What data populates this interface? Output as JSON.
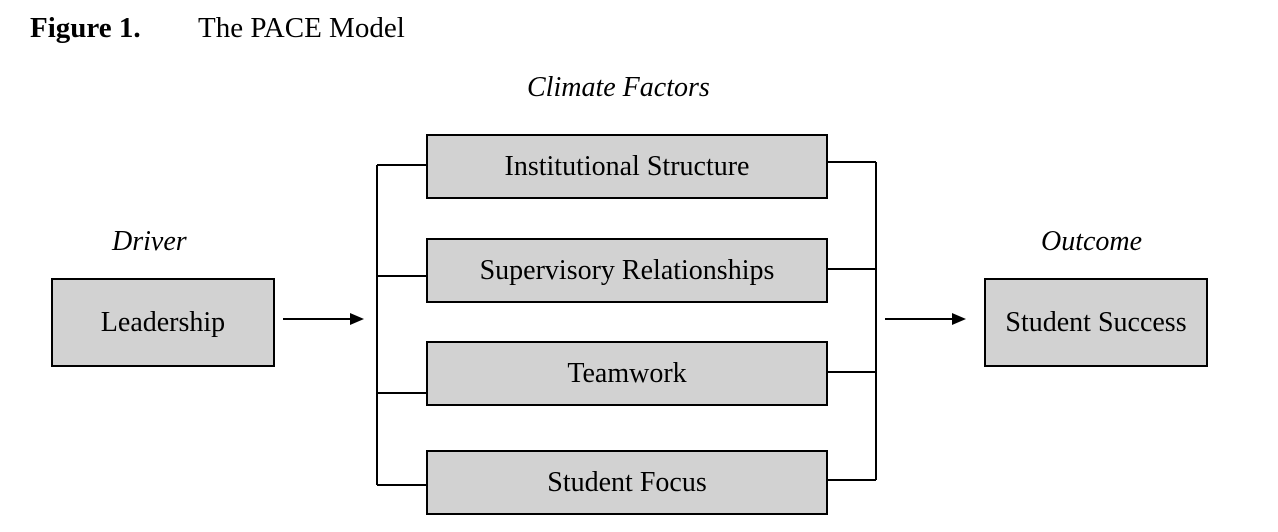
{
  "figure": {
    "label": "Figure 1.",
    "title": "The PACE Model"
  },
  "captions": {
    "climate": "Climate Factors",
    "driver": "Driver",
    "outcome": "Outcome"
  },
  "driver": {
    "label": "Leadership"
  },
  "factors": [
    {
      "label": "Institutional Structure"
    },
    {
      "label": "Supervisory Relationships"
    },
    {
      "label": "Teamwork"
    },
    {
      "label": "Student Focus"
    }
  ],
  "outcome": {
    "label": "Student Success"
  },
  "colors": {
    "box_fill": "#d2d2d2",
    "line": "#000000"
  }
}
